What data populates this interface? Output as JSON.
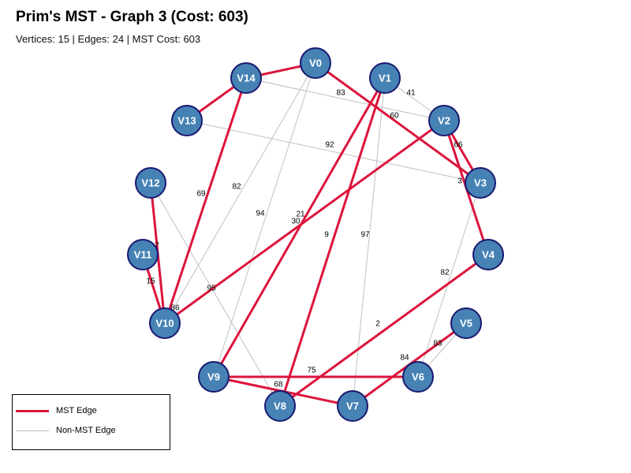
{
  "header": {
    "title": "Prim's MST - Graph 3 (Cost: 603)",
    "subtitle": "Vertices: 15 | Edges: 24 | MST Cost: 603"
  },
  "legend": {
    "mst_label": "MST Edge",
    "non_mst_label": "Non-MST Edge"
  },
  "colors": {
    "mst_edge": "#dc143c",
    "non_mst_edge": "#c0c0c0",
    "node_fill": "#4682b4",
    "node_stroke": "#191970",
    "node_text": "#ffffff"
  },
  "graph": {
    "nodes": [
      "V0",
      "V1",
      "V2",
      "V3",
      "V4",
      "V5",
      "V6",
      "V7",
      "V8",
      "V9",
      "V10",
      "V11",
      "V12",
      "V13",
      "V14"
    ],
    "edges": [
      {
        "from": "V0",
        "to": "V14",
        "weight": "",
        "mst": true
      },
      {
        "from": "V14",
        "to": "V13",
        "weight": "",
        "mst": true
      },
      {
        "from": "V0",
        "to": "V3",
        "weight": "60",
        "mst": true
      },
      {
        "from": "V14",
        "to": "V10",
        "weight": "69",
        "mst": true
      },
      {
        "from": "V12",
        "to": "V10",
        "weight": "7",
        "mst": true
      },
      {
        "from": "V11",
        "to": "V10",
        "weight": "15",
        "mst": true
      },
      {
        "from": "V2",
        "to": "V10",
        "weight": "30",
        "mst": true
      },
      {
        "from": "V1",
        "to": "V9",
        "weight": "21",
        "mst": true
      },
      {
        "from": "V1",
        "to": "V8",
        "weight": "9",
        "mst": true
      },
      {
        "from": "V2",
        "to": "V3",
        "weight": "66",
        "mst": true
      },
      {
        "from": "V2",
        "to": "V4",
        "weight": "",
        "mst": true
      },
      {
        "from": "V4",
        "to": "V8",
        "weight": "2",
        "mst": true
      },
      {
        "from": "V9",
        "to": "V6",
        "weight": "75",
        "mst": true
      },
      {
        "from": "V9",
        "to": "V7",
        "weight": "68",
        "mst": true
      },
      {
        "from": "V7",
        "to": "V5",
        "weight": "",
        "mst": true
      },
      {
        "from": "V14",
        "to": "V2",
        "weight": "83",
        "mst": false
      },
      {
        "from": "V1",
        "to": "V2",
        "weight": "41",
        "mst": false
      },
      {
        "from": "V13",
        "to": "V3",
        "weight": "92",
        "mst": false
      },
      {
        "from": "V0",
        "to": "V10",
        "weight": "82",
        "mst": false
      },
      {
        "from": "V0",
        "to": "V9",
        "weight": "94",
        "mst": false
      },
      {
        "from": "V1",
        "to": "V7",
        "weight": "97",
        "mst": false
      },
      {
        "from": "V3",
        "to": "V6",
        "weight": "82",
        "mst": false
      },
      {
        "from": "V12",
        "to": "V8",
        "weight": "95",
        "mst": false
      },
      {
        "from": "V5",
        "to": "V6",
        "weight": "84",
        "mst": false
      }
    ],
    "extra_labels": [
      "3",
      "86",
      "83"
    ]
  }
}
